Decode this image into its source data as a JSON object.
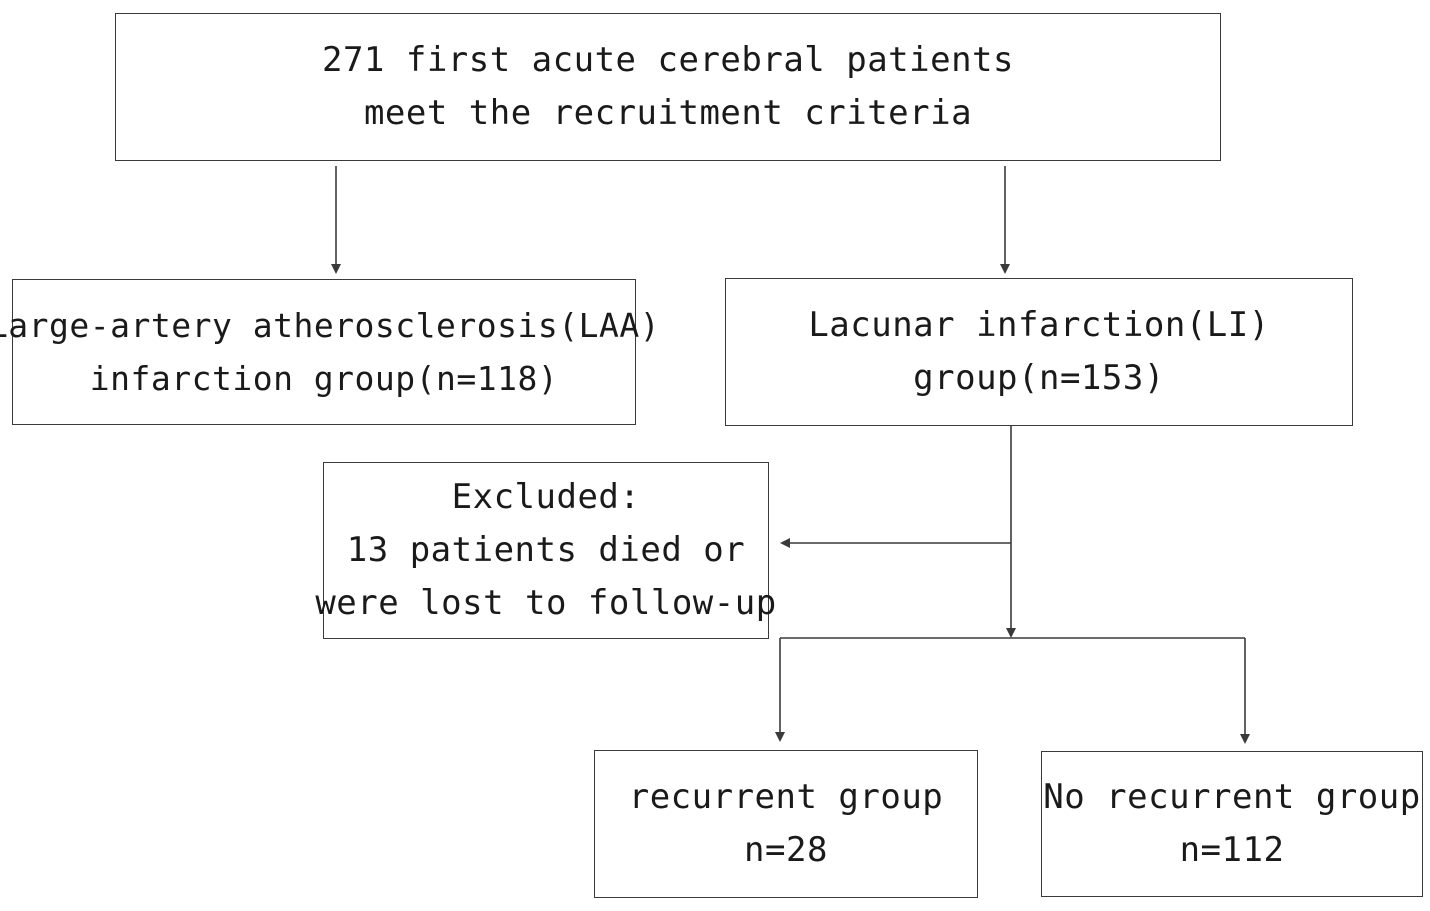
{
  "flowchart": {
    "root": {
      "line1": "271 first acute cerebral patients",
      "line2": "meet the recruitment criteria"
    },
    "laa": {
      "line1": "Large-artery atherosclerosis(LAA)",
      "line2": "infarction group(n=118)"
    },
    "li": {
      "line1": "Lacunar infarction(LI)",
      "line2": "group(n=153)"
    },
    "excluded": {
      "line1": "Excluded:",
      "line2": "13 patients died or",
      "line3": "were lost to follow-up"
    },
    "recurrent": {
      "line1": "recurrent group",
      "line2": "n=28"
    },
    "no_recurrent": {
      "line1": "No recurrent group",
      "line2": "n=112"
    }
  },
  "style": {
    "line_color": "#3a3a3a",
    "text_color": "#1a1a1a",
    "background": "#ffffff"
  }
}
